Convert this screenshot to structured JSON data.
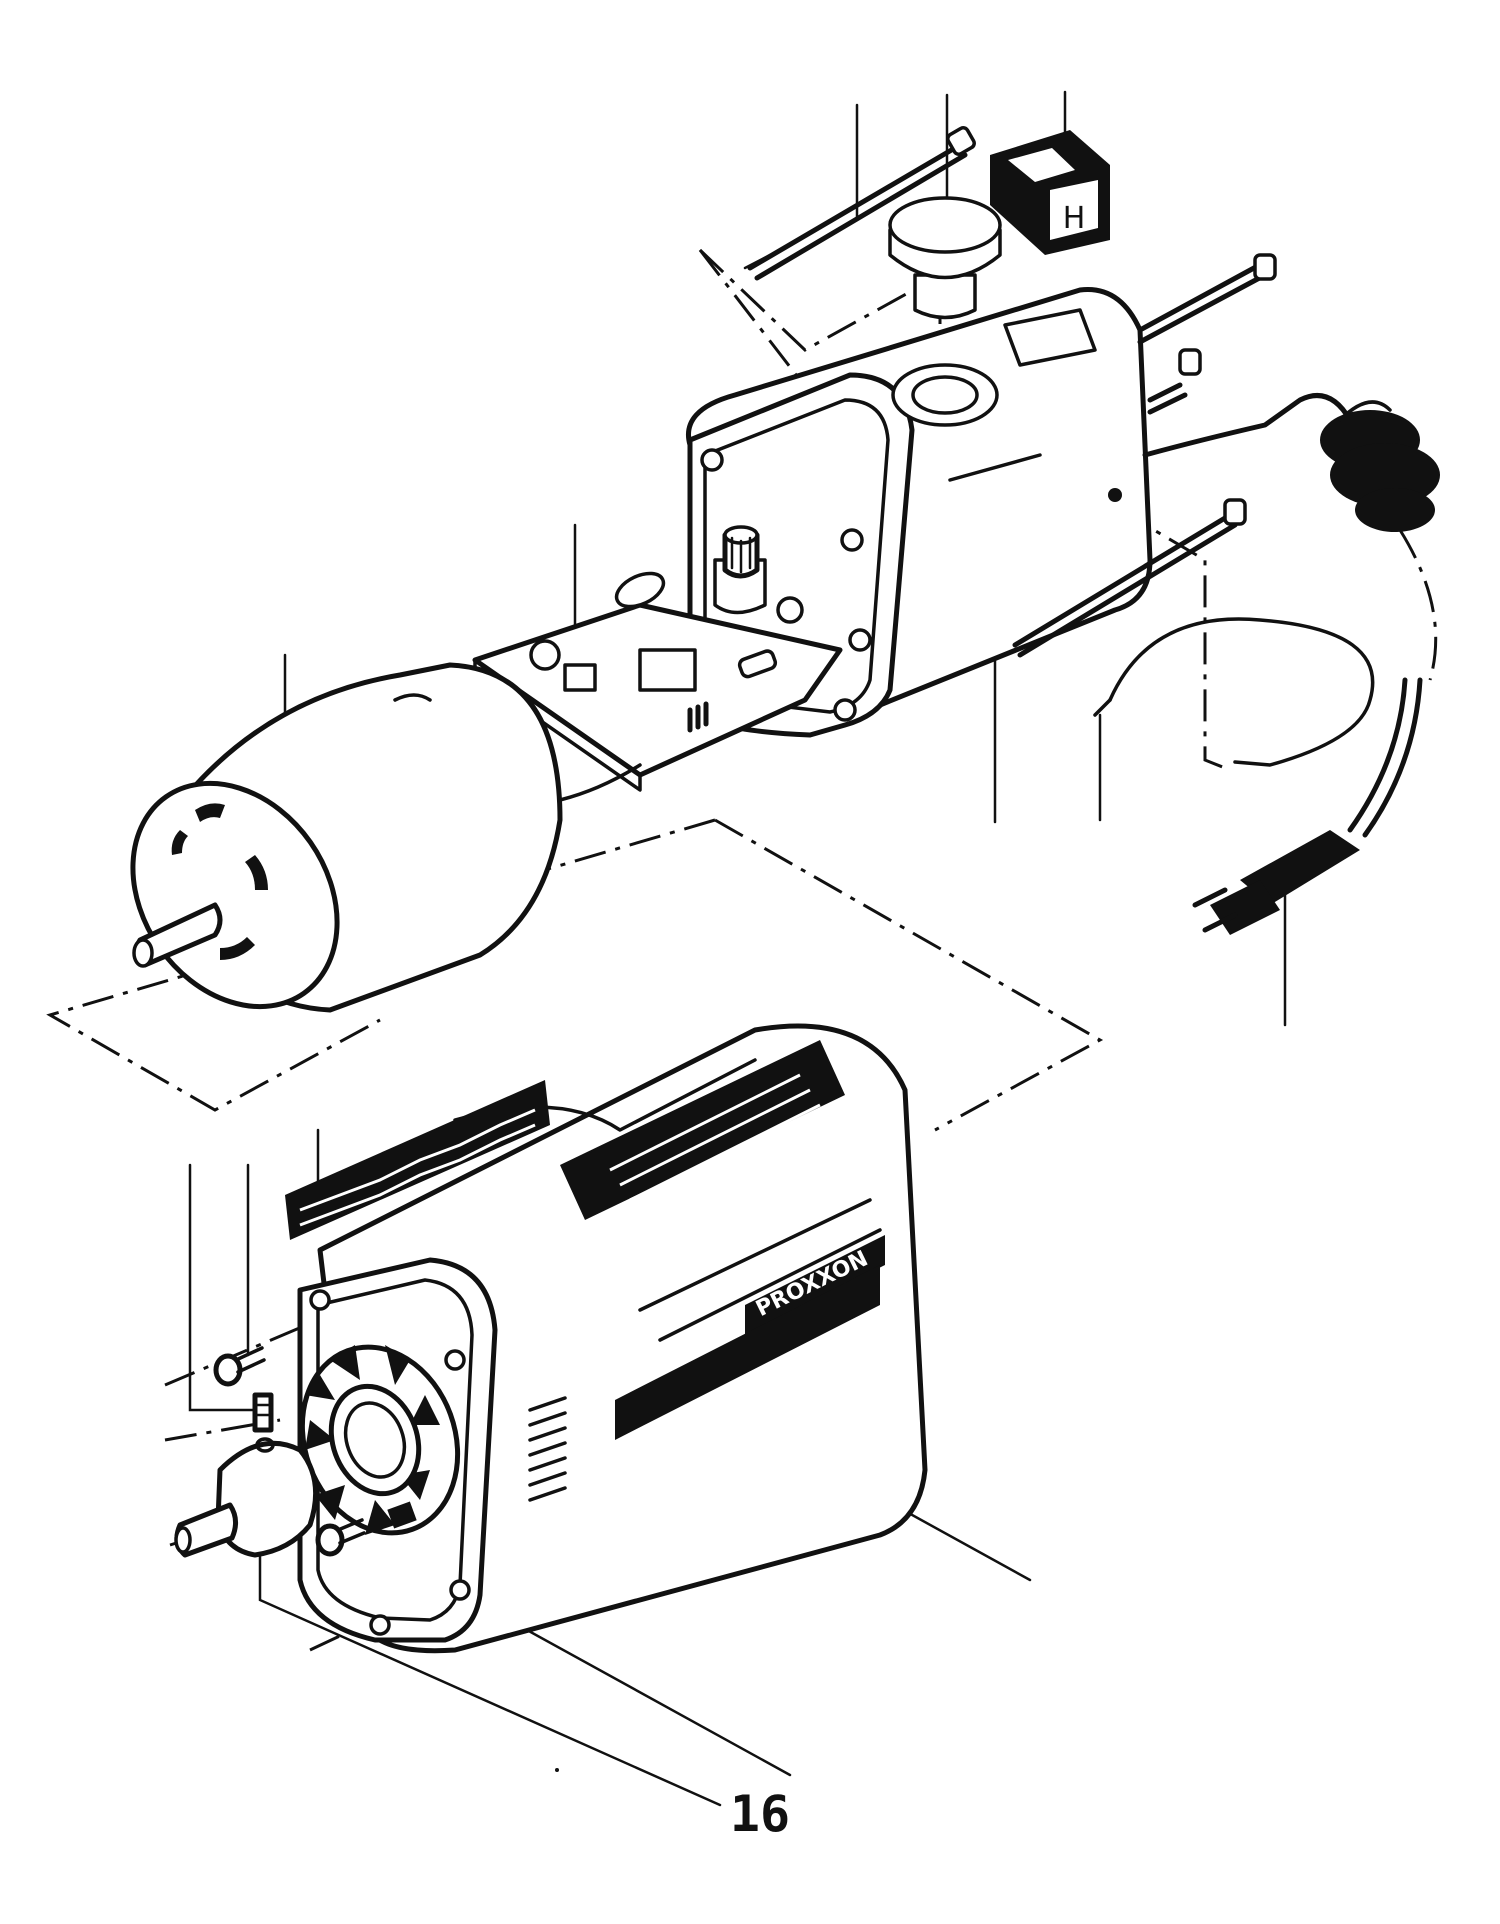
{
  "page_number": "16",
  "brand_label": "PROXXON",
  "switch_label": "H",
  "parts": [
    {
      "name": "long-screw"
    },
    {
      "name": "speed-knob"
    },
    {
      "name": "rocker-switch"
    },
    {
      "name": "circuit-board"
    },
    {
      "name": "motor"
    },
    {
      "name": "rear-housing"
    },
    {
      "name": "wire-clip"
    },
    {
      "name": "power-cord"
    },
    {
      "name": "side-plate"
    },
    {
      "name": "front-housing"
    },
    {
      "name": "setscrew"
    },
    {
      "name": "head-screw"
    },
    {
      "name": "spindle-collet"
    },
    {
      "name": "front-bearing"
    },
    {
      "name": "mounting-screw"
    }
  ]
}
